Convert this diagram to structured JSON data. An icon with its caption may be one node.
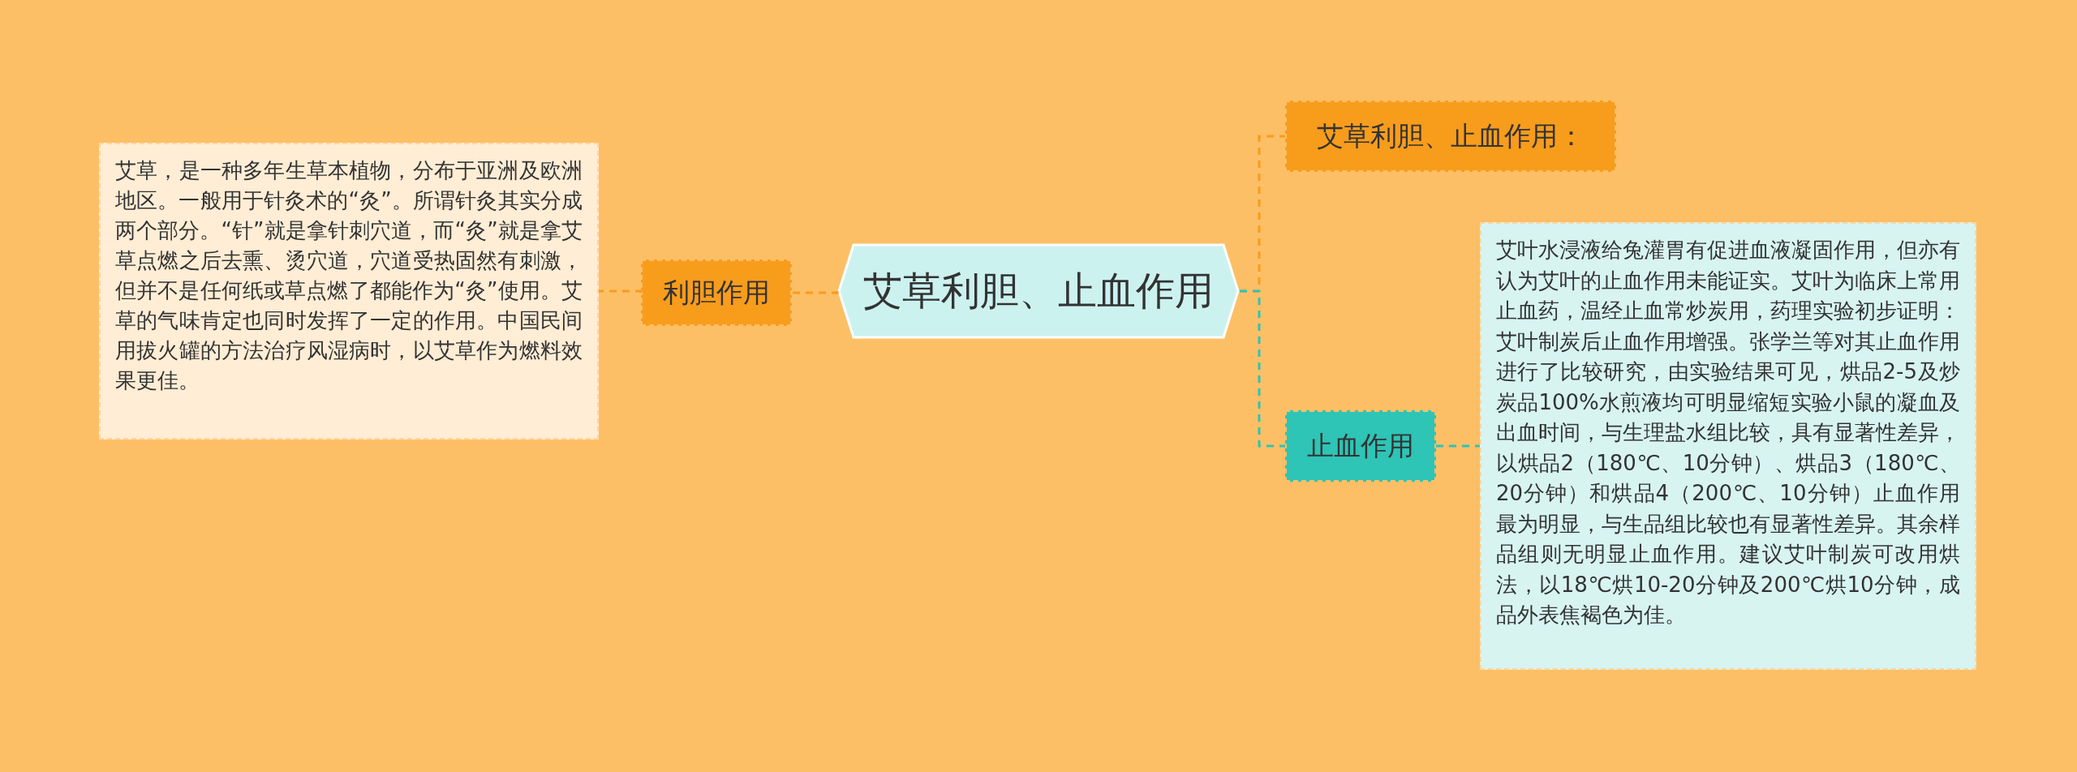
{
  "diagram": {
    "nodes": [
      {
        "text": [
          "艾草利胆、止血作用"
        ]
      },
      {
        "text": [
          "利胆作用"
        ]
      },
      {
        "text": [
          "艾草，是一种多年生草本植物，分布于亚洲及欧洲地区。一般用于针灸术的“灸”。所谓针灸其实分成两个部分。“针”就是拿针刺穴道，而“灸”就是拿艾草点燃之后去熏、烫穴道，穴道受热固然有刺激，但并不是任何纸或草点燃了都能作为“灸”使用。艾草的气味肯定也同时发挥了一定的作用。中国民间用拔火罐的方法治疗风湿病时，以艾草作为燃料效果更佳。"
        ]
      },
      {
        "text": [
          "艾草利胆、止血作用："
        ]
      },
      {
        "text": [
          "止血作用"
        ]
      },
      {
        "text": [
          "艾叶水浸液给兔灌胃有促进血液凝固作用，但亦有认为艾叶的止血作用未能证实。艾叶为临床上常用止血药，温经止血常炒炭用，药理实验初步证明：艾叶制炭后止血作用增强。张学兰等对其止血作用进行了比较研究，由实验结果可见，烘品2-5及炒炭品100%水煎液均可明显缩短实验小鼠的凝血及出血时间，与生理盐水组比较，具有显著性差异，以烘品2（180℃、10分钟）、烘品3（180℃、20分钟）和烘品4（200℃、10分钟）止血作用最为明显，与生品组比较也有显著性差异。其余样品组则无明显止血作用。建议艾叶制炭可改用烘法，以18℃烘10-20分钟及200℃烘10分钟，成品外表焦褐色为佳。"
        ]
      }
    ],
    "edges": [
      {
        "from": 0,
        "to": 1,
        "arrow": "none",
        "style": "dashed"
      },
      {
        "from": 1,
        "to": 2,
        "arrow": "none",
        "style": "dashed"
      },
      {
        "from": 0,
        "to": 3,
        "arrow": "none",
        "style": "dashed"
      },
      {
        "from": 0,
        "to": 4,
        "arrow": "none",
        "style": "dashed",
        "color": "#2ec4b6"
      },
      {
        "from": 4,
        "to": 5,
        "arrow": "none",
        "style": "dashed",
        "color": "#2ec4b6"
      }
    ]
  }
}
